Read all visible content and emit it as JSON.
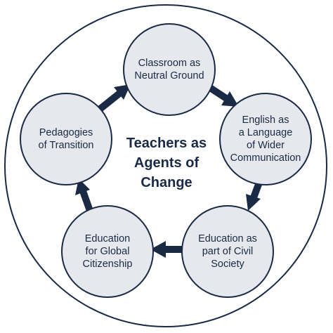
{
  "center": {
    "title": "Teachers as\nAgents of\nChange"
  },
  "nodes": [
    {
      "label": "Classroom as\nNeutral Ground"
    },
    {
      "label": "English as\na Language\nof Wider\nCommunication"
    },
    {
      "label": "Education as\npart of Civil\nSociety"
    },
    {
      "label": "Education\nfor Global\nCitizenship"
    },
    {
      "label": "Pedagogies\nof Transition"
    }
  ],
  "colors": {
    "ink": "#1a2a44",
    "node_fill": "#e6e8ee",
    "background": "#ffffff"
  }
}
